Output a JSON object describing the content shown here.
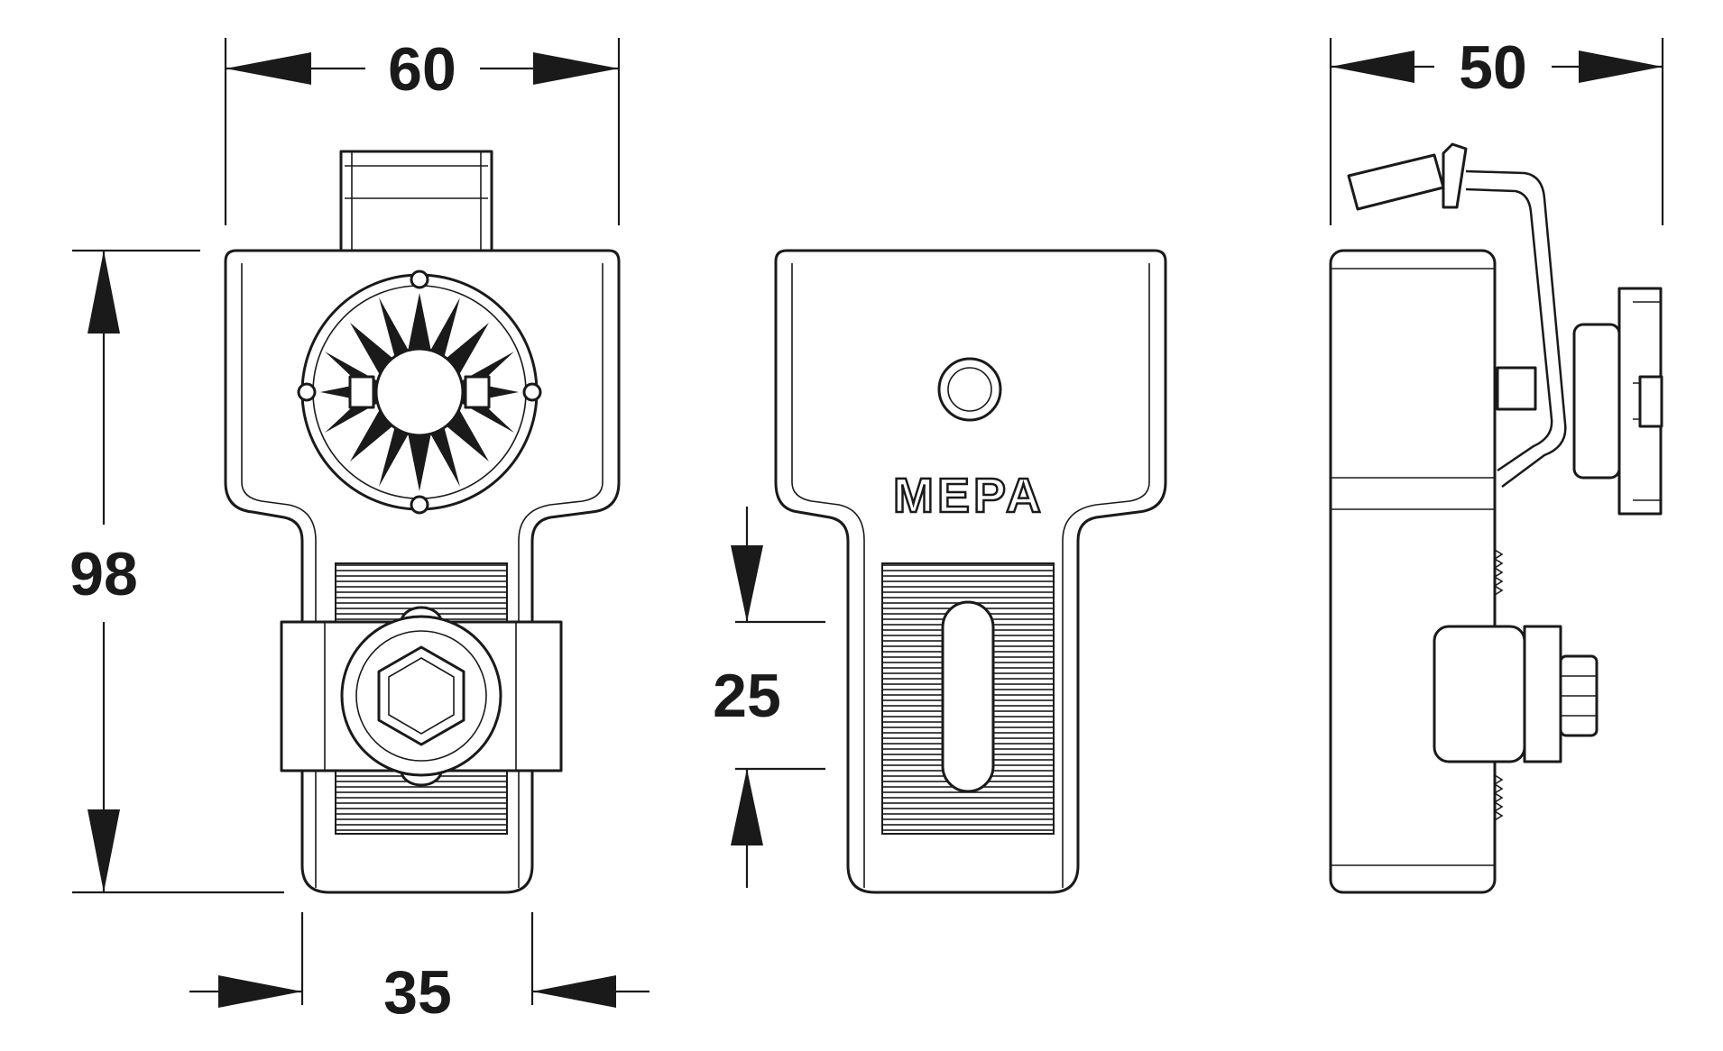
{
  "dimensions": {
    "width_front": "60",
    "height": "98",
    "width_bottom": "35",
    "slot_length": "25",
    "depth_side": "50"
  },
  "logo": "MEPA",
  "colors": {
    "line": "#1a1a1a",
    "background": "#ffffff"
  }
}
